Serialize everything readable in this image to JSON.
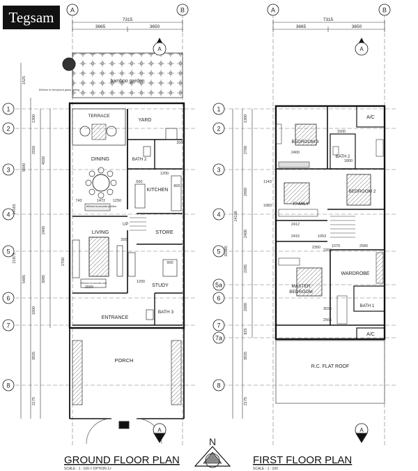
{
  "brand": "Tegsam",
  "grid": {
    "cols": [
      "A",
      "B"
    ],
    "rows_ground": [
      "1",
      "2",
      "3",
      "4",
      "5",
      "6",
      "7",
      "8"
    ],
    "rows_first": [
      "1",
      "2",
      "3",
      "4",
      "5",
      "5a",
      "6",
      "7",
      "7a",
      "8"
    ],
    "section_marker": "A"
  },
  "dims": {
    "total_width": "7315",
    "left_bay": "3665",
    "right_bay": "3650",
    "ground_left": [
      "1525",
      "1300",
      "2550",
      "5690",
      "4550",
      "14165",
      "2400",
      "21875",
      "5485",
      "3085",
      "2700",
      "1600",
      "3925",
      "2175"
    ],
    "first_left": [
      "1300",
      "2700",
      "2900",
      "14136",
      "2400",
      "20385",
      "2285",
      "2000",
      "825",
      "3925",
      "2175"
    ]
  },
  "ground": {
    "title": "GROUND FLOOR PLAN",
    "scale": "SCALE : 1 : 100  < OPTION 1>",
    "rooms": {
      "bamboo": "bamboo garden",
      "terrace": "TERRACE",
      "yard": "YARD",
      "dining": "DINING",
      "bath2": "BATH 2",
      "kitchen": "KITCHEN",
      "living": "LIVING",
      "store": "STORE",
      "study": "STUDY",
      "bath3": "BATH 3",
      "entrance": "ENTRANCE",
      "porch": "PORCH"
    },
    "notes": {
      "glass_wall": "800mm th tempered glass railing",
      "wall_1": "800mm ht concrete partition",
      "wall_2": "800mm ht concrete wall",
      "up": "UP"
    },
    "inner_dims": [
      "743",
      "1472",
      "1250",
      "650",
      "1200",
      "800",
      "300",
      "300",
      "2000",
      "1200",
      "900"
    ]
  },
  "first": {
    "title": "FIRST FLOOR PLAN",
    "scale": "SCALE : 1 : 100",
    "rooms": {
      "bedroom3": "BEDROOM 3",
      "ac1": "A/C",
      "bath2": "BATH 2",
      "bedroom2": "BEDROOM 2",
      "family": "FAMILY",
      "wardrobe": "WARDROBE",
      "master": "MASTER BEDROOM",
      "bath1": "BATH 1",
      "ac2": "A/C",
      "roof": "R.C. FLAT ROOF"
    },
    "inner_dims": [
      "1500",
      "2400",
      "1800",
      "1983",
      "1143",
      "2412",
      "1053",
      "2415",
      "2350",
      "1070",
      "2580",
      "2355",
      "2565",
      "3035"
    ]
  },
  "north": "N"
}
